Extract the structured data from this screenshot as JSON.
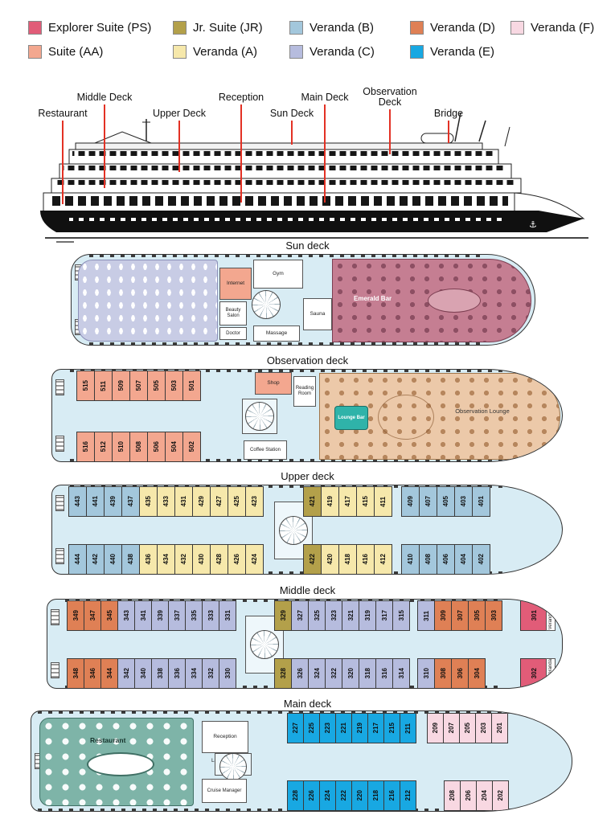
{
  "categories": {
    "PS": {
      "label": "Explorer Suite (PS)",
      "color": "#e15c78"
    },
    "JR": {
      "label": "Jr. Suite (JR)",
      "color": "#b3a04a"
    },
    "B": {
      "label": "Veranda (B)",
      "color": "#a3c7dc"
    },
    "D": {
      "label": "Veranda (D)",
      "color": "#df8055"
    },
    "F": {
      "label": "Veranda (F)",
      "color": "#f8d8e2"
    },
    "AA": {
      "label": "Suite (AA)",
      "color": "#f3a78f"
    },
    "A": {
      "label": "Veranda (A)",
      "color": "#f6e8ab"
    },
    "C": {
      "label": "Veranda (C)",
      "color": "#b6bcde"
    },
    "E": {
      "label": "Veranda (E)",
      "color": "#18a8e2"
    }
  },
  "legend": {
    "row1": [
      "PS",
      "JR",
      "B",
      "D",
      "F"
    ],
    "row2": [
      "AA",
      "A",
      "C",
      "E"
    ]
  },
  "profile": {
    "labels": [
      "Restaurant",
      "Middle Deck",
      "Upper Deck",
      "Reception",
      "Sun Deck",
      "Main Deck",
      "Observation Deck",
      "Bridge"
    ]
  },
  "decks": {
    "sun": {
      "title": "Sun deck",
      "rooms": {
        "internet": "Internet",
        "gym": "Gym",
        "beauty_salon": "Beauty Salon",
        "doctor": "Doctor",
        "massage": "Massage",
        "sauna": "Sauna",
        "emerald_bar": "Emerald Bar"
      }
    },
    "observation": {
      "title": "Observation deck",
      "rooms": {
        "shop": "Shop",
        "reading_room": "Reading Room",
        "lounge_bar": "Lounge Bar",
        "observation_lounge": "Observation Lounge",
        "coffee_station": "Coffee Station"
      },
      "top": [
        {
          "n": "515",
          "c": "AA"
        },
        {
          "n": "511",
          "c": "AA"
        },
        {
          "n": "509",
          "c": "AA"
        },
        {
          "n": "507",
          "c": "AA"
        },
        {
          "n": "505",
          "c": "AA"
        },
        {
          "n": "503",
          "c": "AA"
        },
        {
          "n": "501",
          "c": "AA"
        }
      ],
      "bottom": [
        {
          "n": "516",
          "c": "AA"
        },
        {
          "n": "512",
          "c": "AA"
        },
        {
          "n": "510",
          "c": "AA"
        },
        {
          "n": "508",
          "c": "AA"
        },
        {
          "n": "506",
          "c": "AA"
        },
        {
          "n": "504",
          "c": "AA"
        },
        {
          "n": "502",
          "c": "AA"
        }
      ]
    },
    "upper": {
      "title": "Upper deck",
      "top": [
        {
          "n": "443",
          "c": "B"
        },
        {
          "n": "441",
          "c": "B"
        },
        {
          "n": "439",
          "c": "B"
        },
        {
          "n": "437",
          "c": "B"
        },
        {
          "n": "435",
          "c": "A"
        },
        {
          "n": "433",
          "c": "A"
        },
        {
          "n": "431",
          "c": "A"
        },
        {
          "n": "429",
          "c": "A"
        },
        {
          "n": "427",
          "c": "A"
        },
        {
          "n": "425",
          "c": "A"
        },
        {
          "n": "423",
          "c": "A"
        },
        {
          "gap": 50
        },
        {
          "n": "421",
          "c": "JR"
        },
        {
          "n": "419",
          "c": "A"
        },
        {
          "n": "417",
          "c": "A"
        },
        {
          "n": "415",
          "c": "A"
        },
        {
          "n": "411",
          "c": "A"
        },
        {
          "gap": 12
        },
        {
          "n": "409",
          "c": "B"
        },
        {
          "n": "407",
          "c": "B"
        },
        {
          "n": "405",
          "c": "B"
        },
        {
          "n": "403",
          "c": "B"
        },
        {
          "n": "401",
          "c": "B"
        }
      ],
      "bottom": [
        {
          "n": "444",
          "c": "B"
        },
        {
          "n": "442",
          "c": "B"
        },
        {
          "n": "440",
          "c": "B"
        },
        {
          "n": "438",
          "c": "B"
        },
        {
          "n": "436",
          "c": "A"
        },
        {
          "n": "434",
          "c": "A"
        },
        {
          "n": "432",
          "c": "A"
        },
        {
          "n": "430",
          "c": "A"
        },
        {
          "n": "428",
          "c": "A"
        },
        {
          "n": "426",
          "c": "A"
        },
        {
          "n": "424",
          "c": "A"
        },
        {
          "gap": 50
        },
        {
          "n": "422",
          "c": "JR"
        },
        {
          "n": "420",
          "c": "A"
        },
        {
          "n": "418",
          "c": "A"
        },
        {
          "n": "416",
          "c": "A"
        },
        {
          "n": "412",
          "c": "A"
        },
        {
          "gap": 12
        },
        {
          "n": "410",
          "c": "B"
        },
        {
          "n": "408",
          "c": "B"
        },
        {
          "n": "406",
          "c": "B"
        },
        {
          "n": "404",
          "c": "B"
        },
        {
          "n": "402",
          "c": "B"
        }
      ]
    },
    "middle": {
      "title": "Middle deck",
      "veranda_label": "Veranda",
      "top": [
        {
          "n": "349",
          "c": "D"
        },
        {
          "n": "347",
          "c": "D"
        },
        {
          "n": "345",
          "c": "D"
        },
        {
          "n": "343",
          "c": "C"
        },
        {
          "n": "341",
          "c": "C"
        },
        {
          "n": "339",
          "c": "C"
        },
        {
          "n": "337",
          "c": "C"
        },
        {
          "n": "335",
          "c": "C"
        },
        {
          "n": "333",
          "c": "C"
        },
        {
          "n": "331",
          "c": "C"
        },
        {
          "gap": 48
        },
        {
          "n": "329",
          "c": "JR"
        },
        {
          "n": "327",
          "c": "C"
        },
        {
          "n": "325",
          "c": "C"
        },
        {
          "n": "323",
          "c": "C"
        },
        {
          "n": "321",
          "c": "C"
        },
        {
          "n": "319",
          "c": "C"
        },
        {
          "n": "317",
          "c": "C"
        },
        {
          "n": "315",
          "c": "C"
        },
        {
          "gap": 10
        },
        {
          "n": "311",
          "c": "C"
        },
        {
          "n": "309",
          "c": "D"
        },
        {
          "n": "307",
          "c": "D"
        },
        {
          "n": "305",
          "c": "D"
        },
        {
          "n": "303",
          "c": "D"
        }
      ],
      "bottom": [
        {
          "n": "348",
          "c": "D"
        },
        {
          "n": "346",
          "c": "D"
        },
        {
          "n": "344",
          "c": "D"
        },
        {
          "n": "342",
          "c": "C"
        },
        {
          "n": "340",
          "c": "C"
        },
        {
          "n": "338",
          "c": "C"
        },
        {
          "n": "336",
          "c": "C"
        },
        {
          "n": "334",
          "c": "C"
        },
        {
          "n": "332",
          "c": "C"
        },
        {
          "n": "330",
          "c": "C"
        },
        {
          "gap": 48
        },
        {
          "n": "328",
          "c": "JR"
        },
        {
          "n": "326",
          "c": "C"
        },
        {
          "n": "324",
          "c": "C"
        },
        {
          "n": "322",
          "c": "C"
        },
        {
          "n": "320",
          "c": "C"
        },
        {
          "n": "318",
          "c": "C"
        },
        {
          "n": "316",
          "c": "C"
        },
        {
          "n": "314",
          "c": "C"
        },
        {
          "gap": 10
        },
        {
          "n": "310",
          "c": "C"
        },
        {
          "n": "308",
          "c": "D"
        },
        {
          "n": "306",
          "c": "D"
        },
        {
          "n": "304",
          "c": "D"
        }
      ],
      "ps_top": [
        {
          "n": "301",
          "c": "PS"
        }
      ],
      "ps_bottom": [
        {
          "n": "302",
          "c": "PS"
        }
      ]
    },
    "main": {
      "title": "Main deck",
      "rooms": {
        "restaurant": "Restaurant",
        "reception": "Reception",
        "lobby": "Lobby",
        "cruise_manager": "Cruise Manager"
      },
      "top": [
        {
          "n": "227",
          "c": "E"
        },
        {
          "n": "225",
          "c": "E"
        },
        {
          "n": "223",
          "c": "E"
        },
        {
          "n": "221",
          "c": "E"
        },
        {
          "n": "219",
          "c": "E"
        },
        {
          "n": "217",
          "c": "E"
        },
        {
          "n": "215",
          "c": "E"
        },
        {
          "n": "211",
          "c": "E"
        },
        {
          "gap": 14
        },
        {
          "n": "209",
          "c": "F"
        },
        {
          "n": "207",
          "c": "F"
        },
        {
          "n": "205",
          "c": "F"
        },
        {
          "n": "203",
          "c": "F"
        },
        {
          "n": "201",
          "c": "F"
        }
      ],
      "bottom": [
        {
          "n": "228",
          "c": "E"
        },
        {
          "n": "226",
          "c": "E"
        },
        {
          "n": "224",
          "c": "E"
        },
        {
          "n": "222",
          "c": "E"
        },
        {
          "n": "220",
          "c": "E"
        },
        {
          "n": "218",
          "c": "E"
        },
        {
          "n": "216",
          "c": "E"
        },
        {
          "n": "212",
          "c": "E"
        },
        {
          "gap": 35
        },
        {
          "n": "208",
          "c": "F"
        },
        {
          "n": "206",
          "c": "F"
        },
        {
          "n": "204",
          "c": "F"
        },
        {
          "n": "202",
          "c": "F"
        }
      ]
    }
  }
}
